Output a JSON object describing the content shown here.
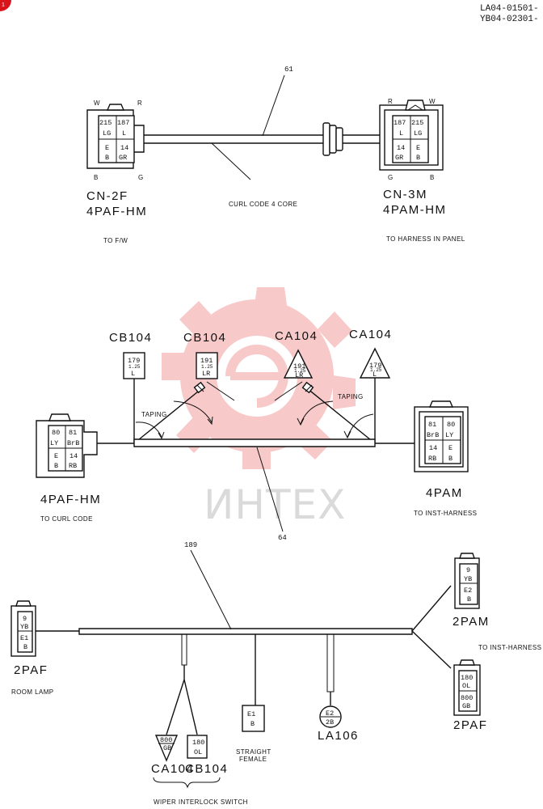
{
  "header": {
    "doc_code_1": "LA04-01501-",
    "doc_code_2": "YB04-02301-"
  },
  "watermark": {
    "text": "ИНТЕХ",
    "color": "#e84040"
  },
  "top_section": {
    "callout_61": "61",
    "cable_label": "CURL CODE 4 CORE",
    "left_connector": {
      "top_left": "W",
      "top_right": "R",
      "bottom_left": "B",
      "bottom_right": "G",
      "cells": [
        "215",
        "187",
        "LG",
        "L",
        "E",
        "14",
        "B",
        "GR"
      ],
      "name": "CN-2F",
      "type": "4PAF-HM",
      "destination": "TO F/W"
    },
    "right_connector": {
      "top_left": "R",
      "top_right": "W",
      "bottom_left": "G",
      "bottom_right": "B",
      "cells": [
        "187",
        "215",
        "L",
        "LG",
        "14",
        "E",
        "GR",
        "B"
      ],
      "name": "CN-3M",
      "type": "4PAM-HM",
      "destination": "TO HARNESS IN PANEL"
    }
  },
  "middle_section": {
    "callout_64": "64",
    "taping_left": "TAPING",
    "taping_right": "TAPING",
    "labels": [
      "CB104",
      "CB104",
      "CA104",
      "CA104"
    ],
    "term1": {
      "num": "179",
      "size": "1.25",
      "color": "L"
    },
    "term2": {
      "num": "191",
      "size": "1.25",
      "color": "LR"
    },
    "term3": {
      "num": "191",
      "size": "1.25",
      "color": "LR"
    },
    "term4": {
      "num": "179",
      "size": "1.25",
      "color": "L"
    },
    "left_connector": {
      "cells": [
        "80",
        "81",
        "LY",
        "BrB",
        "E",
        "14",
        "B",
        "RB"
      ],
      "type": "4PAF-HM",
      "destination": "TO CURL CODE"
    },
    "right_connector": {
      "cells": [
        "81",
        "80",
        "BrB",
        "LY",
        "14",
        "E",
        "RB",
        "B"
      ],
      "type": "4PAM",
      "destination": "TO INST-HARNESS"
    }
  },
  "bottom_section": {
    "callout_189": "189",
    "room_lamp_conn": {
      "cells": [
        "9",
        "YB",
        "E1",
        "B"
      ],
      "type": "2PAF",
      "label": "ROOM LAMP"
    },
    "conn_2pam": {
      "cells": [
        "9",
        "YB",
        "E2",
        "B"
      ],
      "type": "2PAM"
    },
    "conn_2paf_right": {
      "cells": [
        "180",
        "OL",
        "800",
        "GB"
      ],
      "type": "2PAF"
    },
    "inst_label": "TO INST-HARNESS",
    "ca104_term": {
      "cells": [
        "800",
        "GB"
      ],
      "label": "CA104"
    },
    "cb104_term": {
      "cells": [
        "180",
        "OL"
      ],
      "label": "CB104"
    },
    "switch_label": "WIPER INTERLOCK SWITCH",
    "straight_female": {
      "cells": [
        "E1",
        "B"
      ],
      "label_1": "STRAIGHT",
      "label_2": "FEMALE"
    },
    "la106": {
      "cells": [
        "E2",
        "2B"
      ],
      "label": "LA106"
    }
  }
}
